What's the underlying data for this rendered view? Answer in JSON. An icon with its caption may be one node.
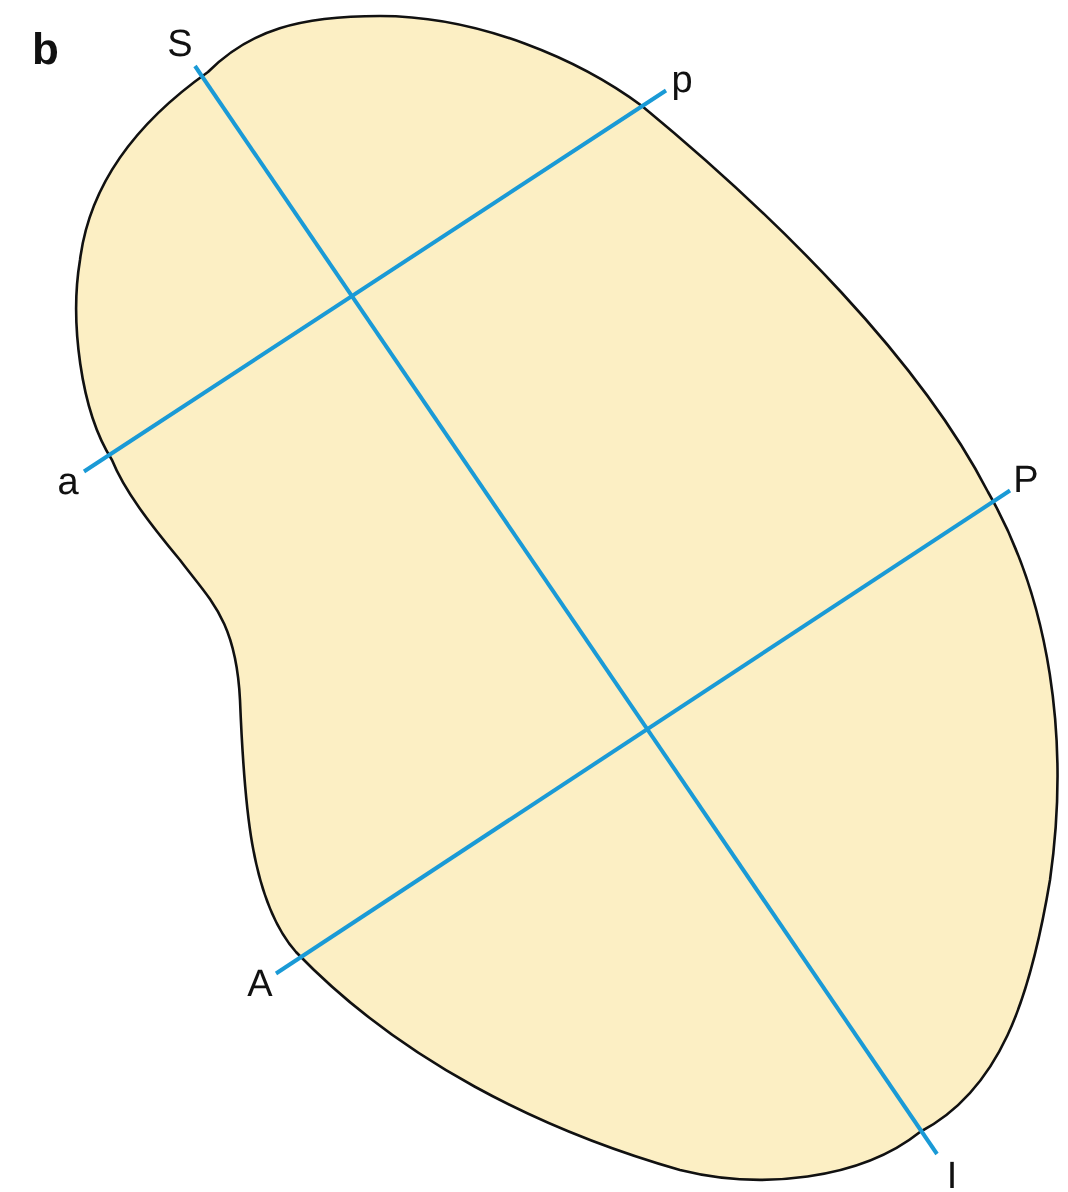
{
  "diagram": {
    "nodes": [
      {
        "text": [
          "S"
        ]
      },
      {
        "text": [
          "p"
        ]
      },
      {
        "text": [
          "a"
        ]
      },
      {
        "text": [
          "P"
        ]
      },
      {
        "text": [
          "A"
        ]
      },
      {
        "text": [
          "I"
        ]
      }
    ],
    "edges": [
      {
        "from": 0,
        "to": 5,
        "arrow": "none"
      },
      {
        "from": 1,
        "to": 2,
        "arrow": "none"
      },
      {
        "from": 3,
        "to": 4,
        "arrow": "none"
      }
    ],
    "labels": [
      "b"
    ]
  }
}
